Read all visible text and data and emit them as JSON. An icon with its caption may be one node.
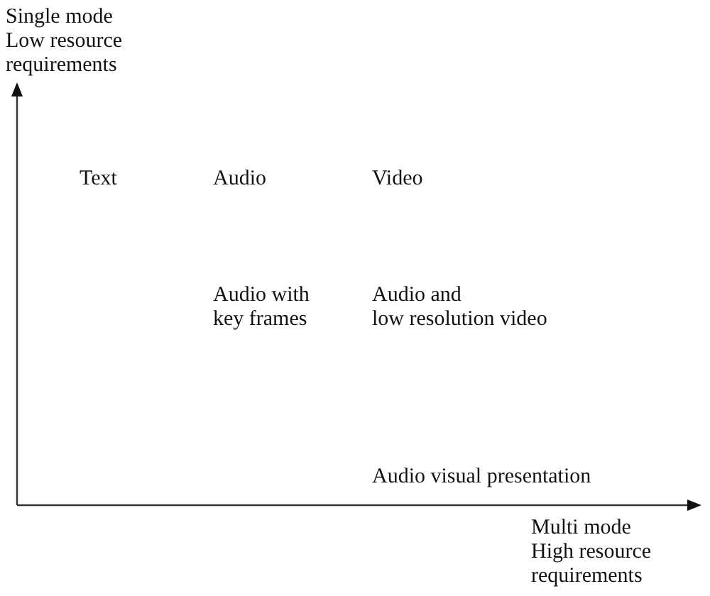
{
  "diagram": {
    "labels": [
      "Single mode Low resource requirements",
      "Text",
      "Audio",
      "Video",
      "Audio with key frames",
      "Audio and low resolution video",
      "Audio visual presentation",
      "Multi mode High resource requirements"
    ]
  }
}
